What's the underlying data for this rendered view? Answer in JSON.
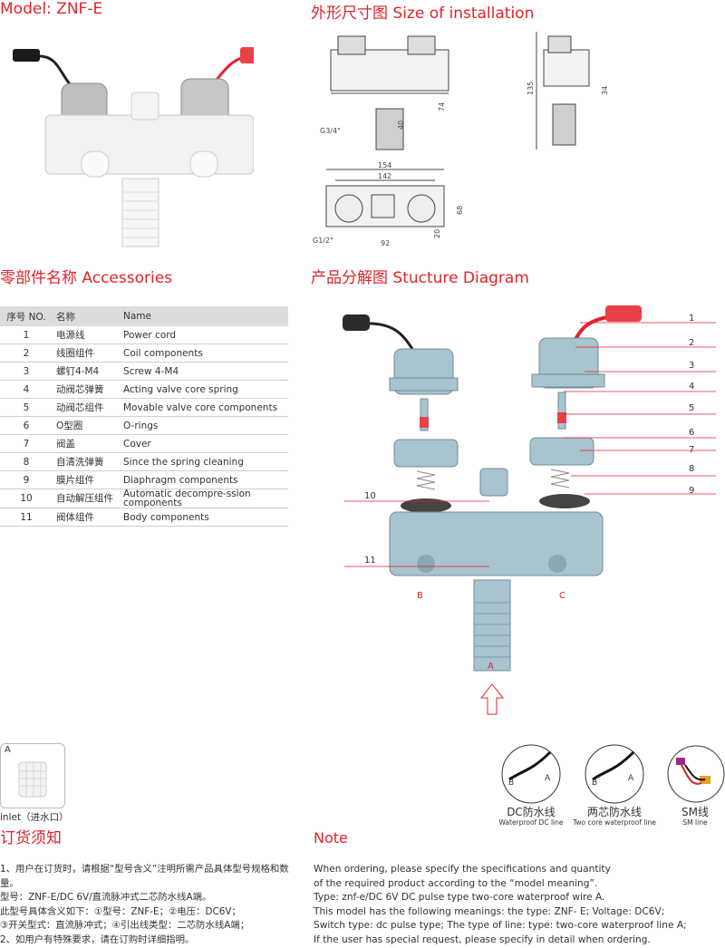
{
  "model": {
    "title": "Model: ZNF-E"
  },
  "installation": {
    "title": "外形尺寸图 Size of installation",
    "dims": {
      "d135": "135",
      "d74": "74",
      "d40": "40",
      "d34": "34",
      "g34": "G3/4\"",
      "d154": "154",
      "d142": "142",
      "d68": "68",
      "d20": "20",
      "d92": "92",
      "g12": "G1/2\""
    }
  },
  "accessories": {
    "title": "零部件名称 Accessories",
    "headers": {
      "no": "序号 NO.",
      "cn": "名称",
      "en": "Name"
    },
    "rows": [
      {
        "no": "1",
        "cn": "电源线",
        "en": "Power cord"
      },
      {
        "no": "2",
        "cn": "线圈组件",
        "en": "Coil components"
      },
      {
        "no": "3",
        "cn": "螺钉4-M4",
        "en": "Screw 4-M4"
      },
      {
        "no": "4",
        "cn": "动阀芯弹簧",
        "en": "Acting valve core spring"
      },
      {
        "no": "5",
        "cn": "动阀芯组件",
        "en": "Movable valve core components"
      },
      {
        "no": "6",
        "cn": "O型圈",
        "en": "O-rings"
      },
      {
        "no": "7",
        "cn": "阀盖",
        "en": "Cover"
      },
      {
        "no": "8",
        "cn": "自清洗弹簧",
        "en": "Since the spring cleaning"
      },
      {
        "no": "9",
        "cn": "膜片组件",
        "en": "Diaphragm components"
      },
      {
        "no": "10",
        "cn": "自动解压组件",
        "en": "Automatic decompre-ssion components"
      },
      {
        "no": "11",
        "cn": "阀体组件",
        "en": "Body components"
      }
    ]
  },
  "structure": {
    "title": "产品分解图 Stucture Diagram",
    "callouts": [
      "1",
      "2",
      "3",
      "4",
      "5",
      "6",
      "7",
      "8",
      "9",
      "10",
      "11"
    ],
    "ports": {
      "a": "A",
      "b": "B",
      "c": "C"
    }
  },
  "inlet": {
    "letter": "A",
    "caption": "inlet（进水口）"
  },
  "wires": [
    {
      "cn": "DC防水线",
      "en": "Waterproof DC line",
      "a": "A",
      "b": "B"
    },
    {
      "cn": "两芯防水线",
      "en": "Two core waterproof line",
      "a": "A",
      "b": "B"
    },
    {
      "cn": "SM线",
      "en": "SM line"
    }
  ],
  "ordering": {
    "title": "订货须知",
    "lines": [
      "1、用户在订货时，请根据“型号含义”注明所需产品具体型号规格和数量。",
      "型号：ZNF-E/DC 6V/直流脉冲式二芯防水线A端。",
      "此型号具体含义如下：①型号：ZNF-E；②电压：DC6V；",
      "③开关型式：直流脉冲式；④引出线类型：二芯防水线A端；",
      "2、如用户有特殊要求，请在订购时详细指明。"
    ]
  },
  "note": {
    "title": "Note",
    "lines": [
      "When ordering, please specify the specifications and quantity",
      "of the required product according to the  “model meaning”.",
      "Type: znf-e/DC 6V DC  pulse type two-core waterproof wire A.",
      "This model has the following meanings: the type: ZNF- E; Voltage: DC6V;",
      "Switch type: dc pulse type; The type of line: type: two-core waterproof line A;",
      "If the user has special request, please specify in detail when ordering."
    ]
  },
  "colors": {
    "accent": "#e2232a",
    "part": "#a9c3cf",
    "chrome": "#c9c9c9"
  }
}
